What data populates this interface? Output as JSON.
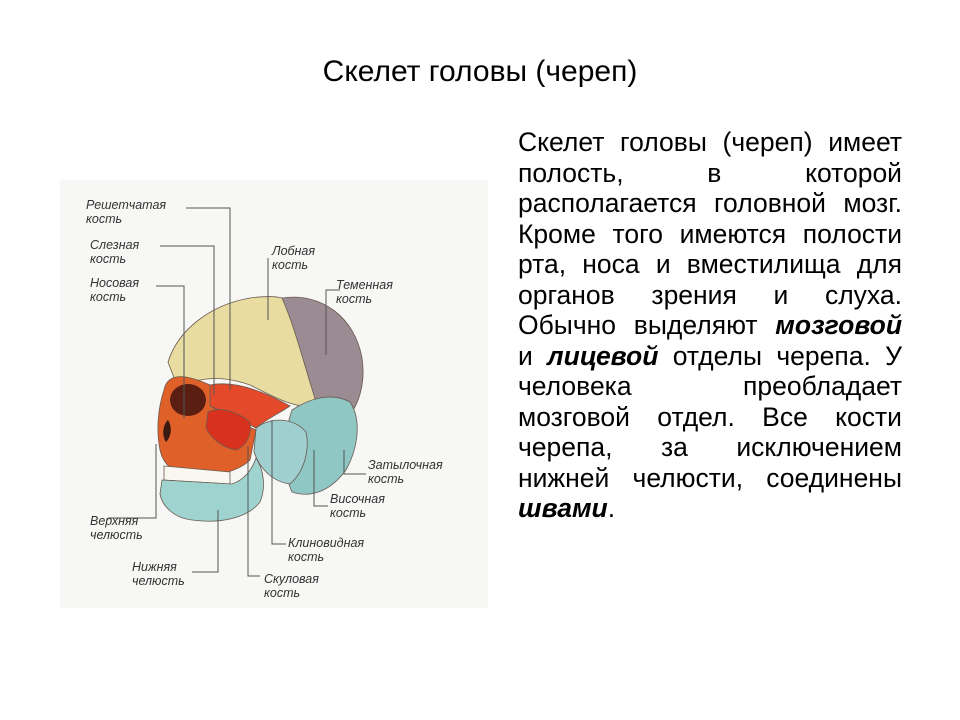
{
  "title": "Скелет головы (череп)",
  "body": {
    "part1": "Скелет головы (череп) имеет полость, в которой располагается головной мозг. Кроме того имеются полости рта, носа и вместилища для органов зрения и слуха. Обычно выделяют ",
    "em1": "мозговой",
    "part2": " и ",
    "em2": "лицевой",
    "part3": " отделы черепа. У человека преобладает мозговой отдел. Все кости черепа, за исключением нижней челюсти, соединены ",
    "em3": "швами",
    "part4": "."
  },
  "figure": {
    "labels": {
      "ethmoid": [
        "Решетчатая",
        "кость"
      ],
      "lacrimal": [
        "Слезная",
        "кость"
      ],
      "nasal": [
        "Носовая",
        "кость"
      ],
      "frontal": [
        "Лобная",
        "кость"
      ],
      "parietal": [
        "Теменная",
        "кость"
      ],
      "occipital": [
        "Затылочная",
        "кость"
      ],
      "temporal": [
        "Височная",
        "кость"
      ],
      "sphenoid": [
        "Клиновидная",
        "кость"
      ],
      "zygomatic": [
        "Скуловая",
        "кость"
      ],
      "maxilla": [
        "Верхняя",
        "челюсть"
      ],
      "mandible": [
        "Нижняя",
        "челюсть"
      ]
    },
    "colors": {
      "frontal": "#e8dca0",
      "parietal": "#9a8c92",
      "occipital": "#8fc7c4",
      "temporal": "#9fcfcf",
      "maxilla": "#e0602a",
      "mandible": "#9fd3d0",
      "zygomatic": "#d8321f",
      "sphenoid": "#e44a2a",
      "teeth": "#f8f8f0",
      "leader": "#555555"
    }
  }
}
